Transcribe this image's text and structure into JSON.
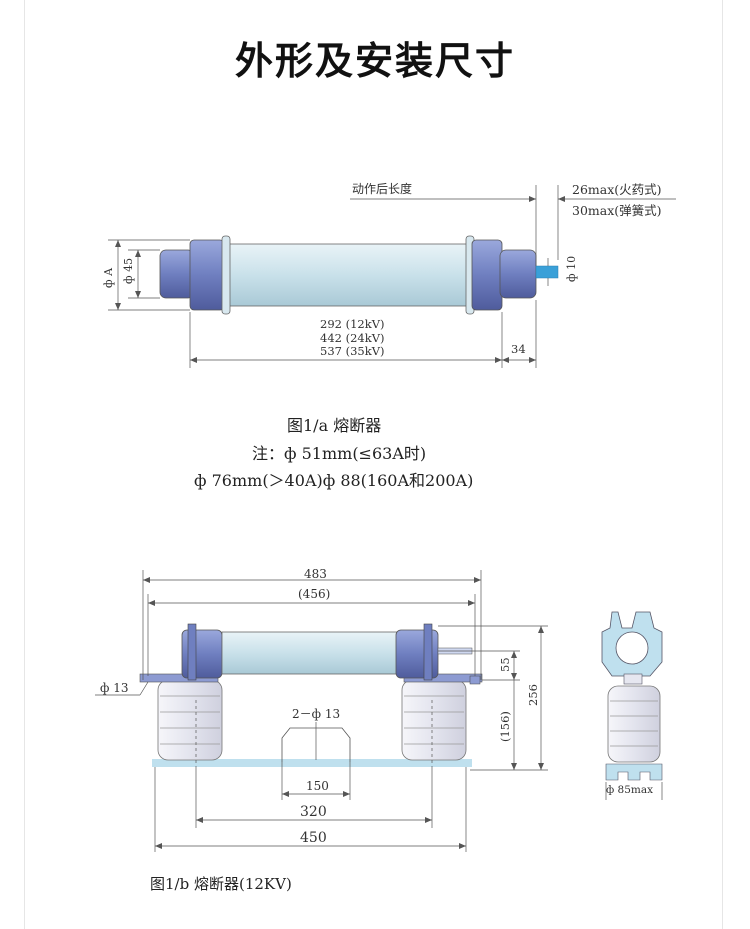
{
  "title": "外形及安装尺寸",
  "fig_a": {
    "action_length": "动作后长度",
    "max_pyro": "26max(火药式)",
    "max_spring": "30max(弹簧式)",
    "phi_a": "ф A",
    "phi_45": "ф 45",
    "phi_10": "ф 10",
    "len_12": "292 (12kV)",
    "len_24": "442 (24kV)",
    "len_35": "537 (35kV)",
    "dim_34": "34",
    "caption": "图1/a 熔断器",
    "note1": "注：ф 51mm(≤63A时)",
    "note2": "ф 76mm(＞40A)ф 88(160A和200A)"
  },
  "fig_b": {
    "dim_483": "483",
    "dim_456": "(456)",
    "phi_13": "ф 13",
    "two_phi_13": "2－ф 13",
    "dim_55": "55",
    "dim_256": "256",
    "dim_156": "(156)",
    "dim_150": "150",
    "dim_320": "320",
    "dim_450": "450",
    "phi_85": "ф 85max",
    "caption": "图1/b 熔断器(12KV)"
  },
  "colors": {
    "tube": "#cfe3ec",
    "cap": "#7c8cc4",
    "cap_dark": "#5a68a8",
    "insulator": "#e9eaf2",
    "base": "#bfe0ee",
    "pin": "#3aa0d8"
  }
}
